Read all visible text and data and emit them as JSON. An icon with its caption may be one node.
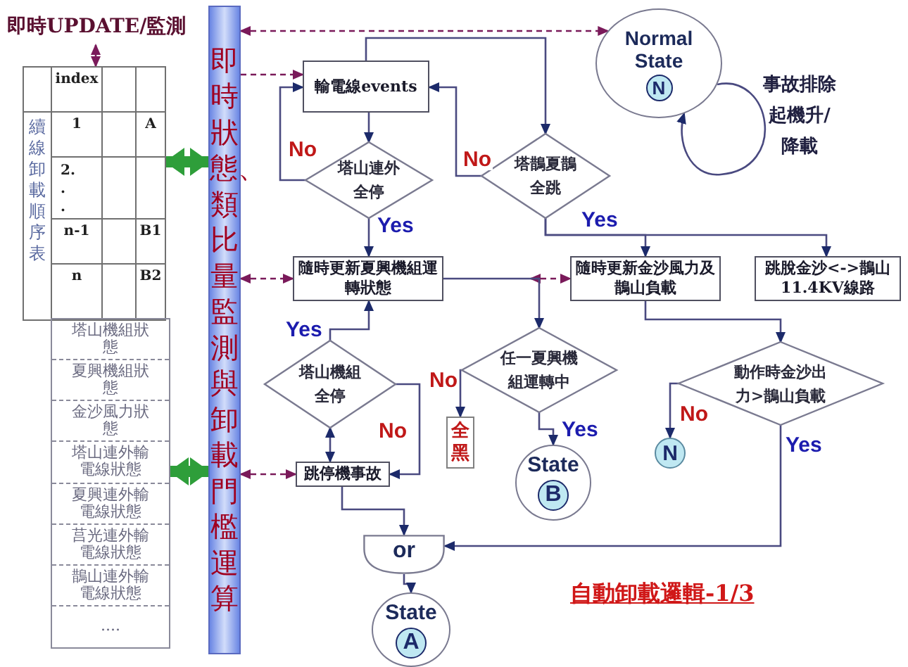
{
  "diagram": {
    "caption": "自動卸載邏輯-1/3",
    "nodes": [
      {
        "text": [
          "即時UPDATE/監測"
        ]
      },
      {
        "text": [
          "index",
          "續線卸載順序表",
          "1",
          "A",
          "2. . .",
          "n-1",
          "B1",
          "n",
          "B2"
        ]
      },
      {
        "text": [
          "塔山機組狀態",
          "夏興機組狀態",
          "金沙風力狀態",
          "塔山連外輸電線狀態",
          "夏興連外輸電線狀態",
          "莒光連外輸電線狀態",
          "鵲山連外輸電線狀態",
          "...."
        ]
      },
      {
        "text": [
          "即時狀態、類比量監測與卸載門檻運算"
        ]
      },
      {
        "text": [
          "輸電線events"
        ]
      },
      {
        "text": [
          "塔山連外全停"
        ]
      },
      {
        "text": [
          "塔鵲夏鵲全跳"
        ]
      },
      {
        "text": [
          "Normal State",
          "N"
        ]
      },
      {
        "text": [
          "隨時更新夏興機組運轉狀態"
        ]
      },
      {
        "text": [
          "隨時更新金沙風力及鵲山負載"
        ]
      },
      {
        "text": [
          "跳脫金沙<->鵲山11.4KV線路"
        ]
      },
      {
        "text": [
          "塔山機組全停"
        ]
      },
      {
        "text": [
          "任一夏興機組運轉中"
        ]
      },
      {
        "text": [
          "全黑"
        ]
      },
      {
        "text": [
          "State",
          "B"
        ]
      },
      {
        "text": [
          "動作時金沙出力>鵲山負載"
        ]
      },
      {
        "text": [
          "N"
        ]
      },
      {
        "text": [
          "跳停機事故"
        ]
      },
      {
        "text": [
          "or"
        ]
      },
      {
        "text": [
          "State",
          "A"
        ]
      }
    ],
    "edges": [
      {
        "from": 0,
        "to": 1,
        "arrow": "both",
        "style": "dashed",
        "color": "#7a1a5a"
      },
      {
        "from": 3,
        "to": 1,
        "arrow": "both",
        "style": "thick",
        "color": "#2e9e3a"
      },
      {
        "from": 3,
        "to": 2,
        "arrow": "both",
        "style": "thick",
        "color": "#2e9e3a"
      },
      {
        "from": 3,
        "to": 7,
        "arrow": "both",
        "style": "dashed",
        "color": "#7a1a5a"
      },
      {
        "from": 3,
        "to": 4,
        "arrow": "to",
        "style": "dashed",
        "color": "#7a1a5a"
      },
      {
        "from": 3,
        "to": 8,
        "arrow": "both",
        "style": "dashed",
        "color": "#7a1a5a"
      },
      {
        "from": null,
        "to": 9,
        "arrow": "both",
        "style": "dashed",
        "color": "#7a1a5a"
      },
      {
        "from": 3,
        "to": 17,
        "arrow": "both",
        "style": "dashed",
        "color": "#7a1a5a"
      },
      {
        "from": 4,
        "to": 5,
        "arrow": "to"
      },
      {
        "from": 5,
        "to": 4,
        "arrow": "to",
        "label": "No"
      },
      {
        "from": 4,
        "to": 6,
        "arrow": "to"
      },
      {
        "from": 6,
        "to": 4,
        "arrow": "to",
        "label": "No"
      },
      {
        "from": 5,
        "to": 8,
        "arrow": "to",
        "label": "Yes"
      },
      {
        "from": 6,
        "to": 9,
        "arrow": "to",
        "label": "Yes"
      },
      {
        "from": 6,
        "to": 10,
        "arrow": "to"
      },
      {
        "from": 7,
        "to": 7,
        "arrow": "to",
        "label": "事故排除起機升/降載"
      },
      {
        "from": 8,
        "to": 12,
        "arrow": "to"
      },
      {
        "from": 11,
        "to": 8,
        "arrow": "to",
        "label": "Yes"
      },
      {
        "from": 17,
        "to": 11,
        "arrow": "both"
      },
      {
        "from": 11,
        "to": 17,
        "arrow": "to",
        "label": "No"
      },
      {
        "from": 12,
        "to": 13,
        "arrow": "to",
        "label": "No"
      },
      {
        "from": 12,
        "to": 14,
        "arrow": "to",
        "label": "Yes"
      },
      {
        "from": 9,
        "to": 15,
        "arrow": "to"
      },
      {
        "from": 15,
        "to": 16,
        "arrow": "to",
        "label": "No"
      },
      {
        "from": 15,
        "to": 18,
        "arrow": "to",
        "label": "Yes"
      },
      {
        "from": 17,
        "to": 18,
        "arrow": "to"
      },
      {
        "from": 18,
        "to": 19,
        "arrow": "to"
      }
    ]
  }
}
